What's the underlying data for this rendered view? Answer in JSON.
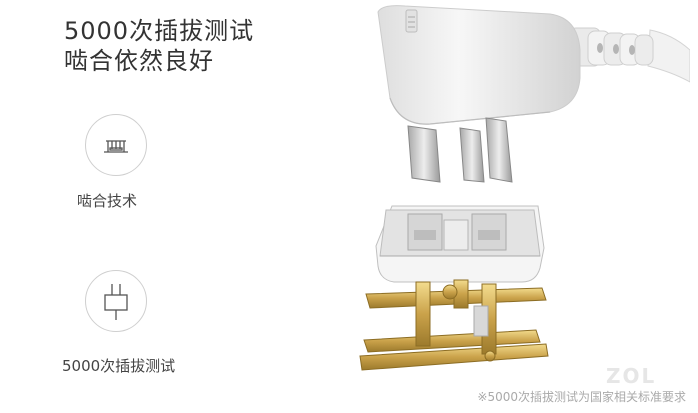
{
  "headline": {
    "line1": "5000次插拔测试",
    "line2": "啮合依然良好"
  },
  "features": [
    {
      "icon": "terminal-contact-icon",
      "label": "啮合技术"
    },
    {
      "icon": "plug-icon",
      "label": "5000次插拔测试"
    }
  ],
  "footnote": "※5000次插拔测试为国家相关标准要求",
  "watermark": "ZOL",
  "colors": {
    "text": "#333333",
    "icon_stroke": "#555555",
    "circle_border": "#cfcfcf",
    "plug_body": "#ececec",
    "brass": "#d4ad55"
  }
}
